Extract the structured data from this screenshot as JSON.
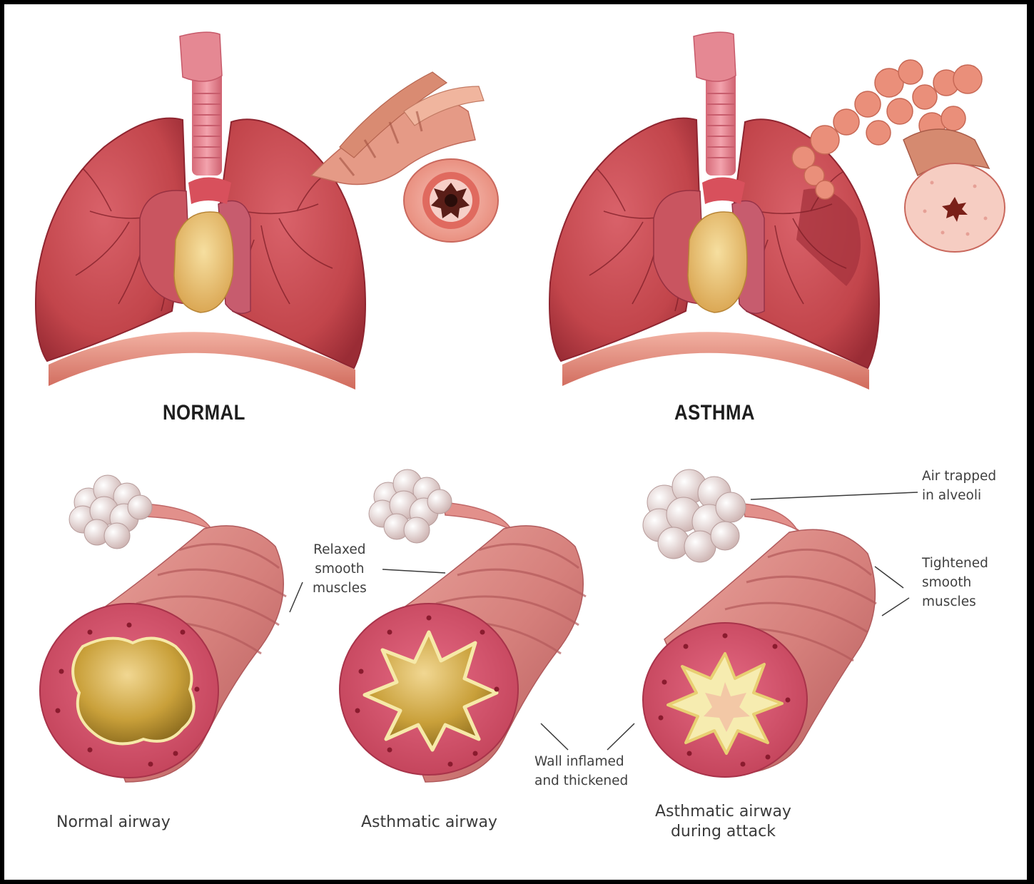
{
  "headings": {
    "normal": "NORMAL",
    "asthma": "ASTHMA"
  },
  "airways": [
    {
      "caption_lines": [
        "Normal airway"
      ]
    },
    {
      "caption_lines": [
        "Asthmatic airway"
      ]
    },
    {
      "caption_lines": [
        "Asthmatic airway",
        "during attack"
      ]
    }
  ],
  "annotations": {
    "relaxed_muscles": [
      "Relaxed",
      "smooth",
      "muscles"
    ],
    "air_trapped": [
      "Air trapped",
      "in alveoli"
    ],
    "tightened_muscles": [
      "Tightened",
      "smooth",
      "muscles"
    ],
    "wall_inflamed": [
      "Wall inflamed",
      "and thickened"
    ]
  },
  "colors": {
    "frame": "#000000",
    "lung": "#c2454b",
    "lung_dark": "#962a33",
    "trachea": "#e58893",
    "heart": "#ecc173",
    "diaphragm": "#e48d78",
    "airway_wall": "#d47e7b",
    "lumen": "#b9902a",
    "alveoli": "#ead8d6"
  }
}
